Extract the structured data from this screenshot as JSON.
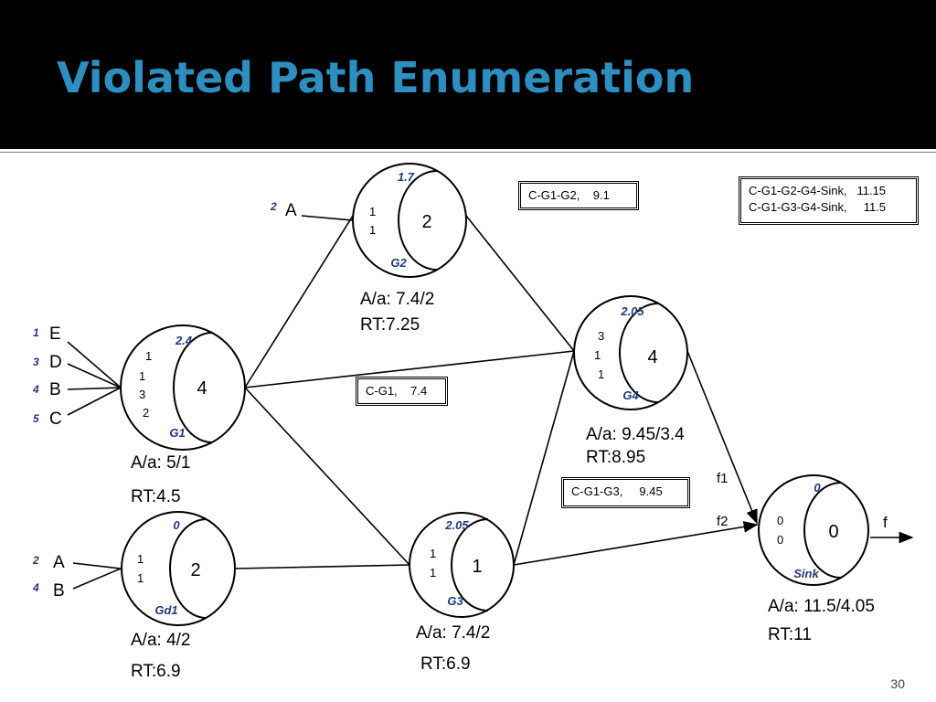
{
  "slide": {
    "title": "Violated Path Enumeration",
    "page_number": "30"
  },
  "colors": {
    "header_bg": "#000000",
    "title": "#2c8fc0",
    "node_label": "#1f3a7a"
  },
  "nodes": {
    "g1": {
      "name": "G1",
      "delay": "2.4",
      "value": "4",
      "inputs": [
        "1",
        "1",
        "3",
        "2"
      ],
      "aa": "A/a: 5/1",
      "rt": "RT:4.5"
    },
    "g2": {
      "name": "G2",
      "delay": "1.7",
      "value": "2",
      "inputs": [
        "1",
        "1"
      ],
      "aa": "A/a: 7.4/2",
      "rt": "RT:7.25"
    },
    "g3": {
      "name": "G3",
      "delay": "2.05",
      "value": "1",
      "inputs": [
        "1",
        "1"
      ],
      "aa": "A/a: 7.4/2",
      "rt": "RT:6.9"
    },
    "g4": {
      "name": "G4",
      "delay": "2.05",
      "value": "4",
      "inputs": [
        "3",
        "1",
        "1"
      ],
      "aa": "A/a: 9.45/3.4",
      "rt": "RT:8.95"
    },
    "gd1": {
      "name": "Gd1",
      "delay": "0",
      "value": "2",
      "inputs": [
        "1",
        "1"
      ],
      "aa": "A/a: 4/2",
      "rt": "RT:6.9"
    },
    "sink": {
      "name": "Sink",
      "delay": "0",
      "value": "0",
      "inputs": [
        "0",
        "0"
      ],
      "aa": "A/a: 11.5/4.05",
      "rt": "RT:11"
    }
  },
  "primary_inputs": {
    "g1": [
      {
        "weight": "1",
        "name": "E"
      },
      {
        "weight": "3",
        "name": "D"
      },
      {
        "weight": "4",
        "name": "B"
      },
      {
        "weight": "5",
        "name": "C"
      }
    ],
    "g2": [
      {
        "weight": "2",
        "name": "A"
      }
    ],
    "gd1": [
      {
        "weight": "2",
        "name": "A"
      },
      {
        "weight": "4",
        "name": "B"
      }
    ]
  },
  "edge_labels": {
    "f1": "f1",
    "f2": "f2",
    "f": "f"
  },
  "path_boxes": {
    "g1g2": "C-G1-G2,    9.1",
    "g1": "C-G1,    7.4",
    "g1g3": "C-G1-G3,     9.45",
    "sink": "C-G1-G2-G4-Sink,   11.15\nC-G1-G3-G4-Sink,     11.5"
  }
}
